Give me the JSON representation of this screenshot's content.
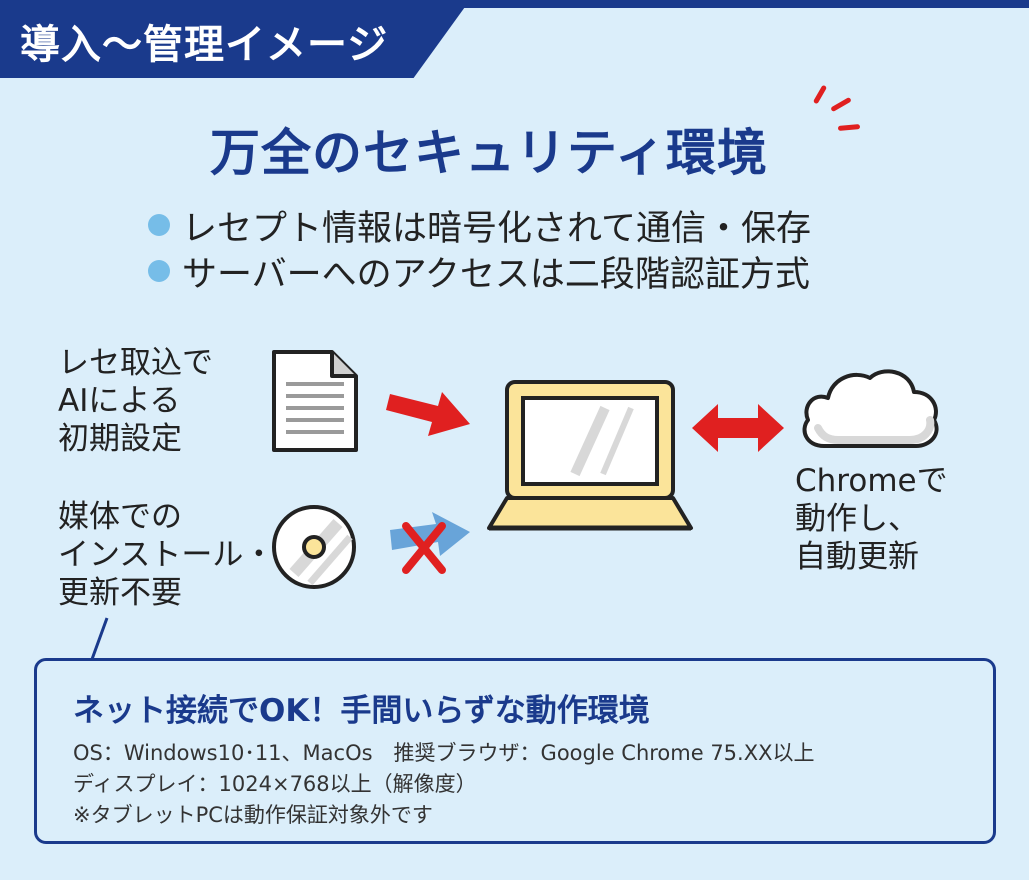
{
  "header": {
    "tag": "導入～管理イメージ"
  },
  "headline": {
    "title": "万全のセキュリティ環境"
  },
  "bullets": [
    "レセプト情報は暗号化されて通信・保存",
    "サーバーへのアクセスは二段階認証方式"
  ],
  "flow": {
    "ai_label": [
      "レセ取込で",
      "AIによる",
      "初期設定"
    ],
    "media_label": [
      "媒体での",
      "インストール・",
      "更新不要"
    ],
    "cloud_label": [
      "Chromeで",
      "動作し、",
      "自動更新"
    ]
  },
  "requirements": {
    "title": "ネット接続でOK！手間いらずな動作環境",
    "lines": [
      "OS：Windows10･11、MacOs　推奨ブラウザ：Google Chrome 75.XX以上",
      "ディスプレイ：1024×768以上（解像度）",
      "※タブレットPCは動作保証対象外です"
    ]
  },
  "colors": {
    "navy": "#1a3a8c",
    "background": "#dbeefa",
    "accent_red": "#e02020",
    "bullet_blue": "#76bde8",
    "laptop_yellow": "#fbe49a"
  },
  "icons": [
    "document-icon",
    "red-arrow-icon",
    "laptop-icon",
    "double-arrow-icon",
    "cloud-icon",
    "cd-icon",
    "crossed-arrow-icon"
  ]
}
